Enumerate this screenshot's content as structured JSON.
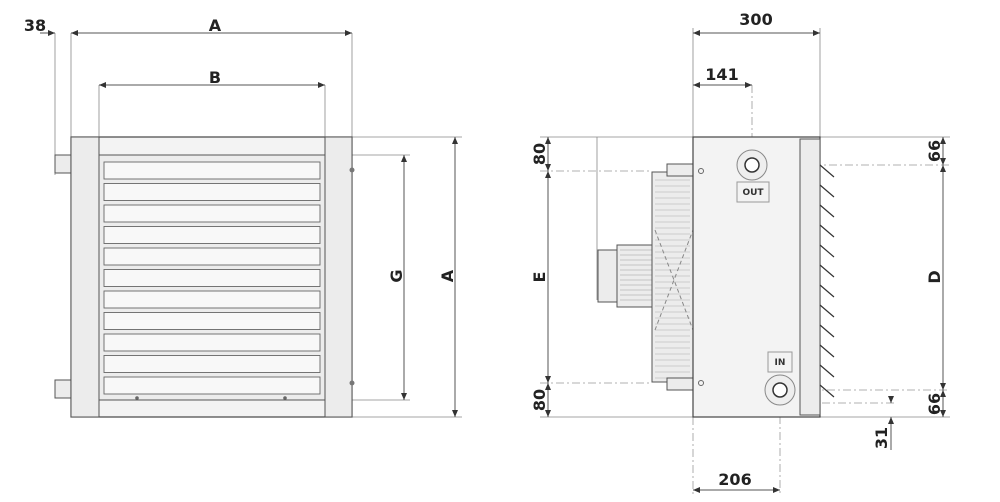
{
  "front_view": {
    "dim_offset": "38",
    "dim_width": "A",
    "dim_inner_width": "B",
    "dim_grille_height": "G",
    "dim_height": "A"
  },
  "side_view": {
    "dim_depth": "300",
    "dim_out_offset": "141",
    "dim_in_offset": "206",
    "dim_top_e": "80",
    "dim_e": "E",
    "dim_bottom_e": "80",
    "dim_top_d": "66",
    "dim_d": "D",
    "dim_bottom_d": "66",
    "dim_bottom_31": "31",
    "outlet_label": "OUT",
    "inlet_label": "IN"
  }
}
